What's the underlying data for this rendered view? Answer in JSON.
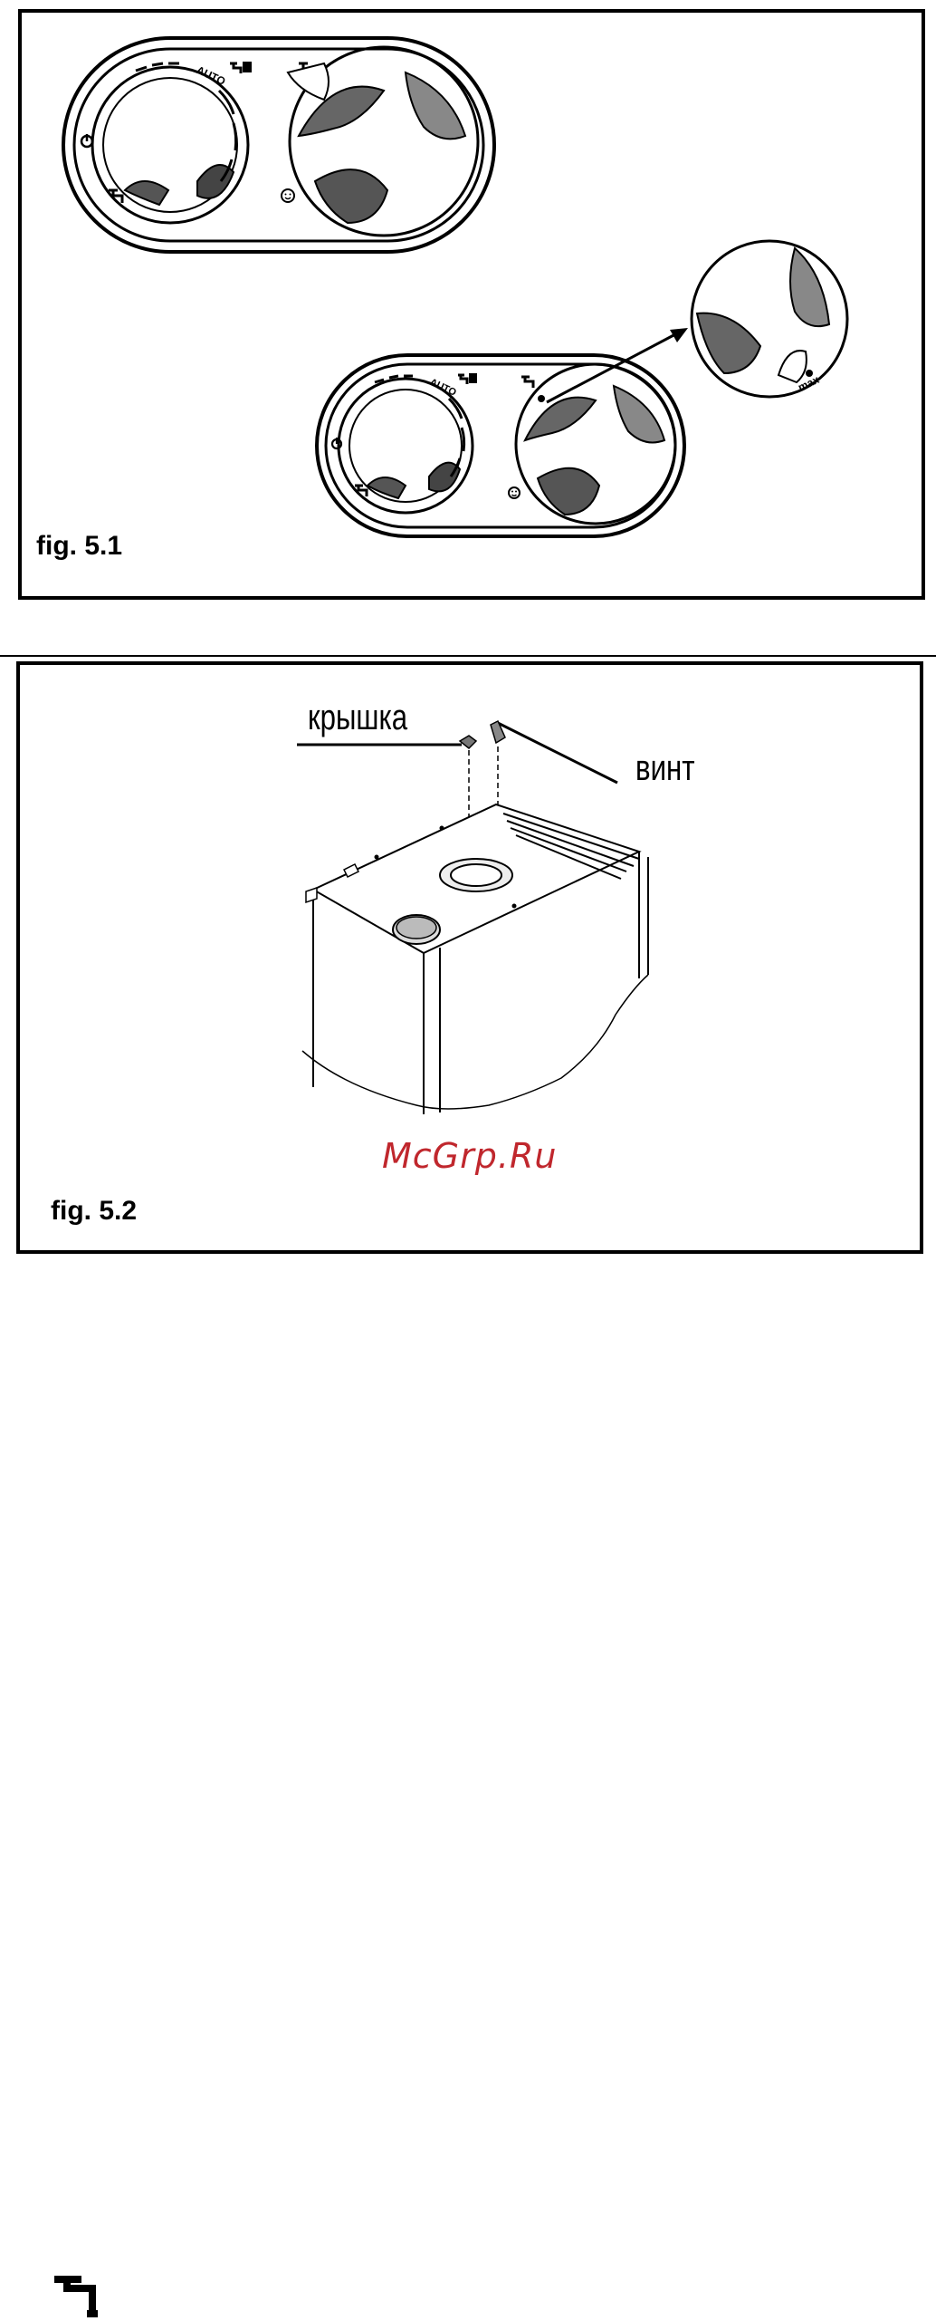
{
  "figures": [
    {
      "caption": "fig. 5.1"
    },
    {
      "caption": "fig. 5.2",
      "labels": {
        "cover": "крышка",
        "screw": "винт"
      }
    }
  ],
  "panel_marks": {
    "auto": "AUTO",
    "max": "max"
  },
  "watermark": {
    "text": "McGrp.Ru",
    "color": "#c0272d"
  },
  "icons": [
    "power-icon",
    "tap-icon",
    "radiator-icon",
    "smiley-icon",
    "arrow-icon"
  ]
}
